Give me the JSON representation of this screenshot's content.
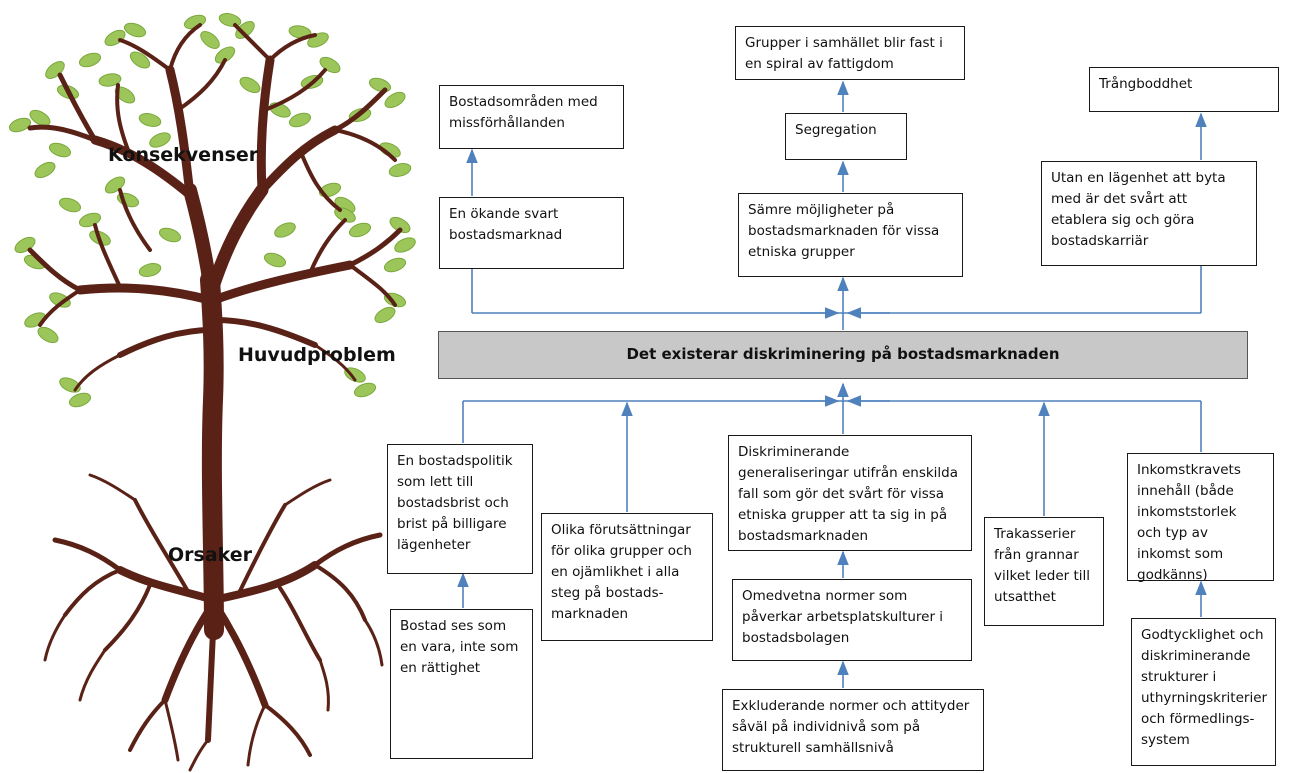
{
  "tree_labels": {
    "consequences": "Konsekvenser",
    "main_problem": "Huvudproblem",
    "causes": "Orsaker"
  },
  "main_problem": "Det existerar diskriminering på bostadsmarknaden",
  "consequences": {
    "left_top": "Bostadsområden med missförhållanden",
    "left_bottom": "En ökande svart bostadsmarknad",
    "mid_top": "Grupper i samhället blir fast i en spiral av fattigdom",
    "mid_middle": "Segregation",
    "mid_bottom": "Sämre möjligheter på bostadsmarknaden för vissa etniska grupper",
    "right_top": "Trångboddhet",
    "right_bottom": "Utan en lägenhet att byta med är det svårt att etablera sig och göra bostadskarriär"
  },
  "causes": {
    "c1_top": "En bostadspolitik som lett till bostadsbrist och brist på billigare lägenheter",
    "c1_bottom": "Bostad ses som en vara, inte som en rättighet",
    "c2": "Olika förutsättningar för olika grupper och en ojämlikhet i alla steg på bostads-marknaden",
    "c3_top": "Diskriminerande generaliseringar utifrån enskilda fall som gör det svårt för vissa etniska grupper att ta sig in på bostadsmarknaden",
    "c3_middle": "Omedvetna normer som påverkar arbetsplatskulturer i bostadsbolagen",
    "c3_bottom": "Exkluderande normer och attityder såväl på individnivå som på strukturell samhällsnivå",
    "c4": "Trakasserier från grannar vilket leder till utsatthet",
    "c5_top": "Inkomstkravets innehåll (både inkomststorlek och typ av inkomst som godkänns)",
    "c5_bottom": "Godtycklighet och diskriminerande strukturer i uthyrningskriterier och förmedlings-system"
  },
  "colors": {
    "arrow": "#4f81bd",
    "main_fill": "#c8c8c8",
    "trunk": "#5a2217",
    "leaf": "#9cc65a",
    "leaf_dark": "#7aa83c"
  }
}
